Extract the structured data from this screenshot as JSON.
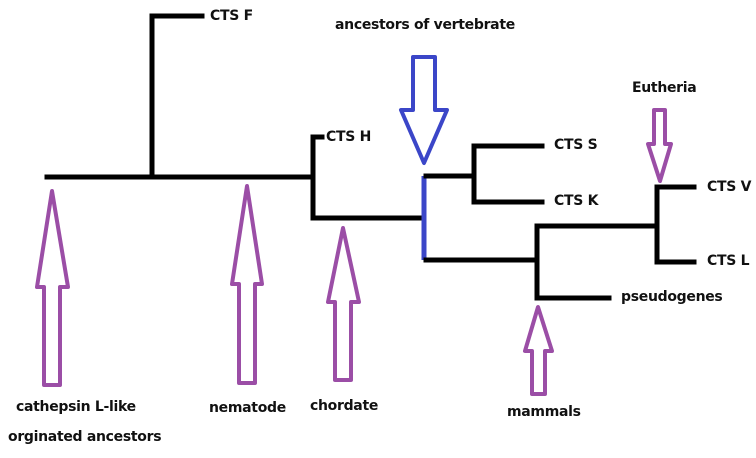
{
  "diagram": {
    "type": "phylogenetic-tree",
    "colors": {
      "branch": "#000000",
      "highlight_branch": "#3b46c8",
      "purple_arrow": "#9b4ea6",
      "blue_arrow": "#3b46c8",
      "text": "#111111"
    },
    "leaves": {
      "cts_f": "CTS F",
      "cts_h": "CTS H",
      "cts_s": "CTS S",
      "cts_k": "CTS K",
      "cts_v": "CTS V",
      "cts_l": "CTS L",
      "pseudogenes": "pseudogenes"
    },
    "annotations": {
      "ancestors_vertebrate": "ancestors of vertebrate",
      "eutheria": "Eutheria",
      "cathepsin_line1": "cathepsin L-like",
      "cathepsin_line2": "orginated ancestors",
      "nematode": "nematode",
      "chordate": "chordate",
      "mammals": "mammals"
    }
  }
}
